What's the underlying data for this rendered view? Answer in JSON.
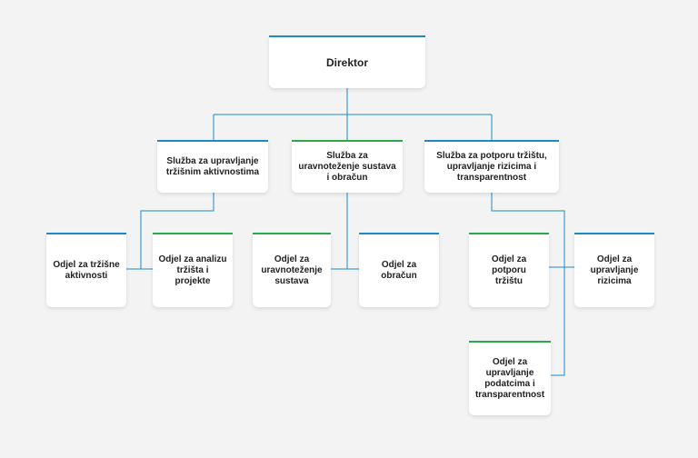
{
  "org_chart": {
    "root": {
      "label": "Direktor"
    },
    "services": [
      {
        "label": "Služba  za upravljanje\ntržišnim aktivnostima"
      },
      {
        "label": "Služba za\nuravnoteženje sustava\ni obračun"
      },
      {
        "label": "Služba za potporu tržištu,\nupravljanje rizicima i\ntransparentnost"
      }
    ],
    "departments": [
      {
        "label": "Odjel za tržišne\naktivnosti"
      },
      {
        "label": "Odjel za analizu\ntržišta i projekte"
      },
      {
        "label": "Odjel za\nuravnoteženje\nsustava"
      },
      {
        "label": "Odjel za\nobračun"
      },
      {
        "label": "Odjel za potporu\ntržištu"
      },
      {
        "label": "Odjel za\nupravljanje\nrizicima"
      },
      {
        "label": "Odjel za\nupravljanje\npodatcima i\ntransparentnost"
      }
    ]
  },
  "colors": {
    "background": "#f3f3f3",
    "connector": "#1e88c8",
    "accent_green": "#2aa84a",
    "accent_blue": "#1e88c8"
  }
}
